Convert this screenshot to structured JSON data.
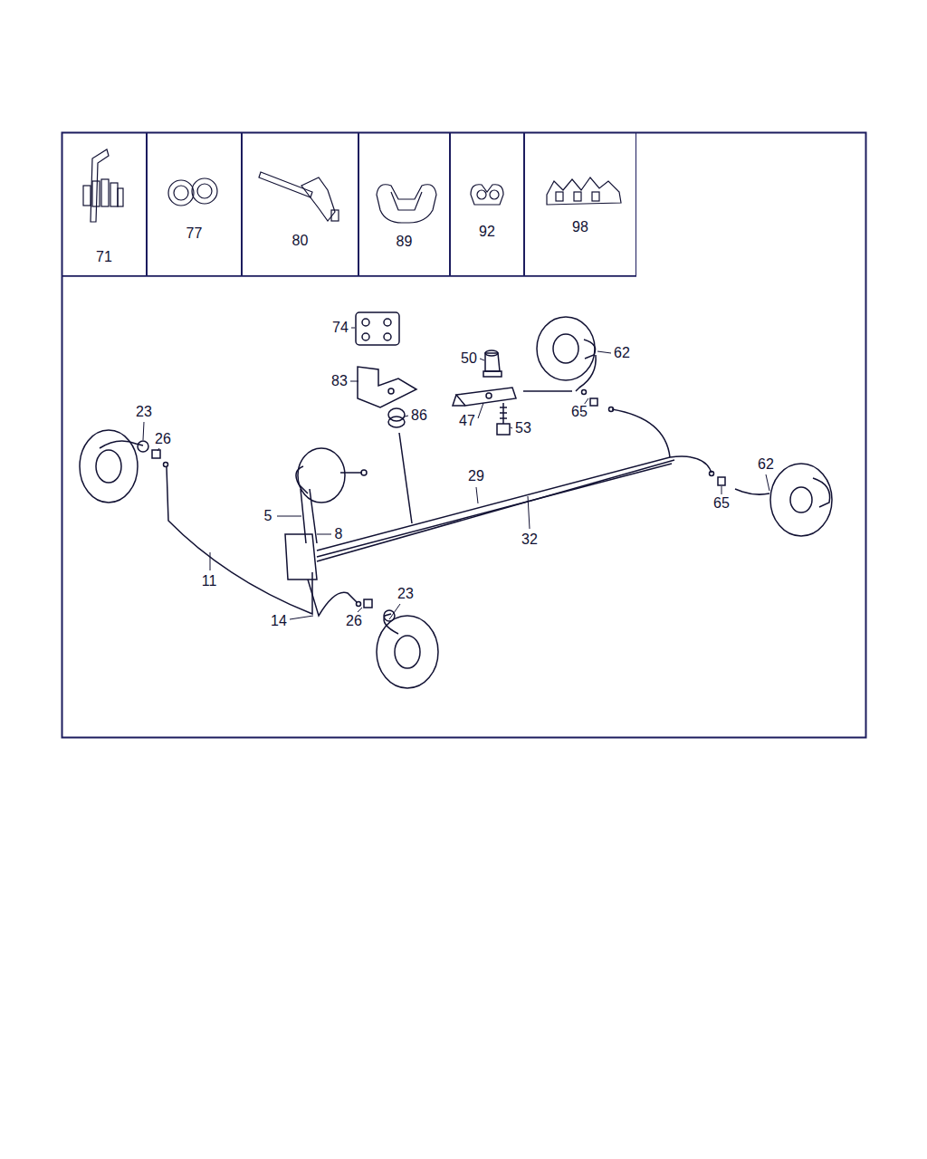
{
  "diagram": {
    "nodes": [
      {
        "text": [
          "71"
        ]
      },
      {
        "text": [
          "77"
        ]
      },
      {
        "text": [
          "80"
        ]
      },
      {
        "text": [
          "89"
        ]
      },
      {
        "text": [
          "92"
        ]
      },
      {
        "text": [
          "98"
        ]
      }
    ],
    "labels": [
      "74",
      "50",
      "62",
      "83",
      "47",
      "86",
      "53",
      "65",
      "23",
      "26",
      "29",
      "62",
      "5",
      "8",
      "65",
      "32",
      "11",
      "14",
      "26",
      "23"
    ]
  }
}
